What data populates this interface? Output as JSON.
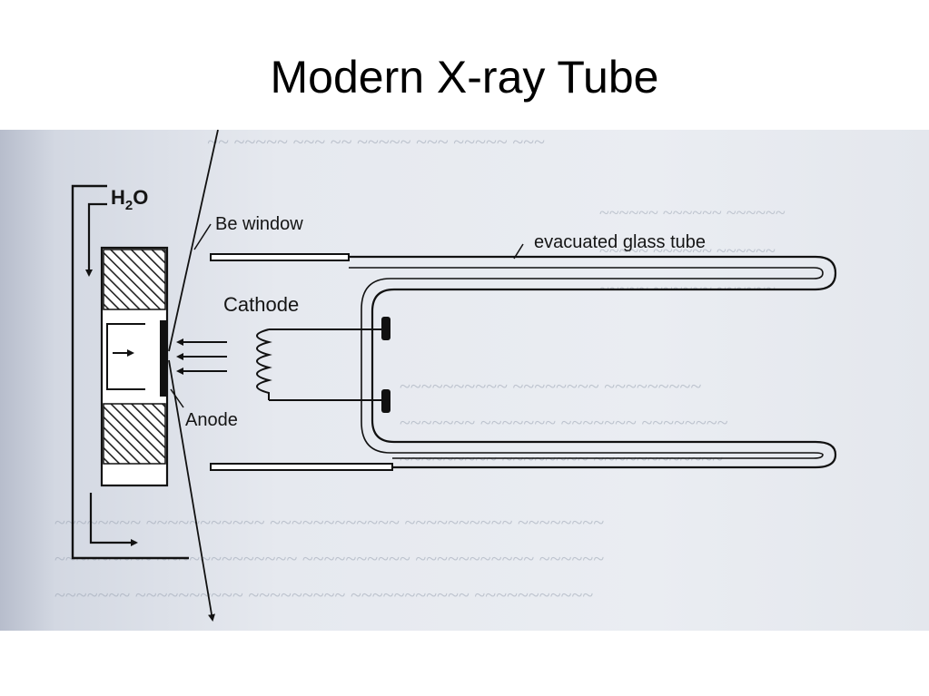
{
  "slide": {
    "title": "Modern X-ray Tube"
  },
  "labels": {
    "water": "H2O",
    "water_main": "H",
    "water_sub": "2",
    "water_end": "O",
    "window": "Be window",
    "glass_tube": "evacuated glass tube",
    "cathode": "Cathode",
    "anode": "Anode"
  }
}
